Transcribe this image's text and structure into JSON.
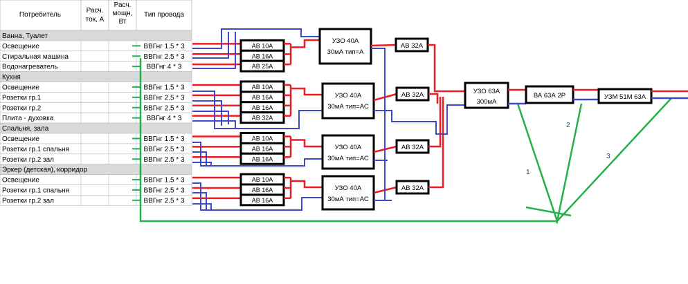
{
  "table": {
    "headers": {
      "consumer": "Потребитель",
      "current": "Расч. ток, А",
      "power": "Расч. мощн, Вт",
      "wire": "Тип провода"
    },
    "rows": [
      {
        "kind": "group",
        "label": "Ванна, Туалет"
      },
      {
        "kind": "item",
        "label": "Освещение",
        "wire": "ВВГнг 1.5 * 3"
      },
      {
        "kind": "item",
        "label": "Стиральная машина",
        "wire": "ВВГнг 2.5 * 3"
      },
      {
        "kind": "item",
        "label": "Водонагреватель",
        "wire": "ВВГнг 4 * 3"
      },
      {
        "kind": "group",
        "label": "Кухня"
      },
      {
        "kind": "item",
        "label": "Освещение",
        "wire": "ВВГнг 1.5 * 3"
      },
      {
        "kind": "item",
        "label": "Розетки гр.1",
        "wire": "ВВГнг 2.5 * 3"
      },
      {
        "kind": "item",
        "label": "Розетки гр.2",
        "wire": "ВВГнг 2.5 * 3"
      },
      {
        "kind": "item",
        "label": "Плита - духовка",
        "wire": "ВВГнг 4 * 3"
      },
      {
        "kind": "group",
        "label": "Спальня, зала"
      },
      {
        "kind": "item",
        "label": "Освещение",
        "wire": "ВВГнг 1.5 * 3"
      },
      {
        "kind": "item",
        "label": "Розетки гр.1 спальня",
        "wire": "ВВГнг 2.5 * 3"
      },
      {
        "kind": "item",
        "label": "Розетки гр.2 зал",
        "wire": "ВВГнг 2.5 * 3"
      },
      {
        "kind": "group",
        "label": "Эркер (детская), корридор"
      },
      {
        "kind": "item",
        "label": "Освещение",
        "wire": "ВВГнг 1.5 * 3"
      },
      {
        "kind": "item",
        "label": "Розетки гр.1 спальня",
        "wire": "ВВГнг 2.5 * 3"
      },
      {
        "kind": "item",
        "label": "Розетки гр.2 зал",
        "wire": "ВВГнг 2.5 * 3"
      }
    ]
  },
  "diagram": {
    "breakers": [
      "АВ 10А",
      "АВ 16А",
      "АВ 25А",
      "АВ 10А",
      "АВ 16А",
      "АВ 16А",
      "АВ 32А",
      "АВ 10А",
      "АВ 16А",
      "АВ 16А",
      "АВ 10А",
      "АВ 16А",
      "АВ 16А"
    ],
    "rcds": [
      {
        "line1": "УЗО 40А",
        "line2": "30мА тип=А"
      },
      {
        "line1": "УЗО 40А",
        "line2": "30мА тип=АС"
      },
      {
        "line1": "УЗО 40А",
        "line2": "30мА тип=АС"
      },
      {
        "line1": "УЗО 40А",
        "line2": "30мА тип=АС"
      }
    ],
    "group_breakers": [
      "АВ 32А",
      "АВ 32А",
      "АВ 32А",
      "АВ 32А"
    ],
    "main_rcd": {
      "line1": "УЗО 63А",
      "line2": "300мА"
    },
    "main_switch": "ВА 63А 2Р",
    "voltage_relay": "УЗМ 51М 63А",
    "ground_labels": [
      "1",
      "2",
      "3"
    ]
  },
  "colors": {
    "phase": "#ee1c24",
    "neutral": "#3f48cc",
    "ground": "#22b14c",
    "header_fill": "#d9d9d9",
    "grid": "#c0c0c0"
  }
}
